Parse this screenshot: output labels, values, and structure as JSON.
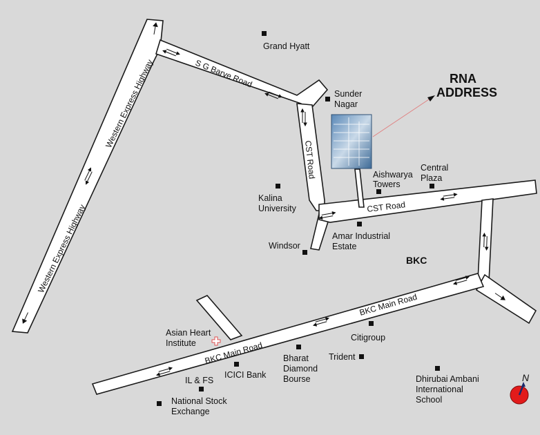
{
  "title": {
    "line1": "RNA",
    "line2": "ADDRESS"
  },
  "district": "BKC",
  "roads": {
    "western_express_highway": "Western Express Highway",
    "sg_barve_road": "S G Barve Road",
    "cst_road": "CST Road",
    "bkc_main_road": "BKC Main Road"
  },
  "landmarks": {
    "grand_hyatt": [
      "Grand Hyatt"
    ],
    "sunder_nagar": [
      "Sunder",
      "Nagar"
    ],
    "aishwarya_towers": [
      "Aishwarya",
      "Towers"
    ],
    "central_plaza": [
      "Central",
      "Plaza"
    ],
    "kalina_university": [
      "Kalina",
      "University"
    ],
    "amar_industrial_estate": [
      "Amar Industrial",
      "Estate"
    ],
    "windsor": [
      "Windsor"
    ],
    "asian_heart_institute": [
      "Asian Heart",
      "Institute"
    ],
    "citigroup": [
      "Citigroup"
    ],
    "trident": [
      "Trident"
    ],
    "bharat_diamond_bourse": [
      "Bharat",
      "Diamond",
      "Bourse"
    ],
    "icici_bank": [
      "ICICI Bank"
    ],
    "il_fs": [
      "IL & FS"
    ],
    "national_stock_exchange": [
      "National Stock",
      "Exchange"
    ],
    "dhirubai_ambani_school": [
      "Dhirubai Ambani",
      "International",
      "School"
    ]
  },
  "compass": {
    "label": "N"
  },
  "colors": {
    "background": "#d9d9d9",
    "road_fill": "#ffffff",
    "road_stroke": "#1a1a1a",
    "pointer_line": "#e08080",
    "compass_red": "#e21b1b",
    "hospital_cross": "#e05050"
  }
}
